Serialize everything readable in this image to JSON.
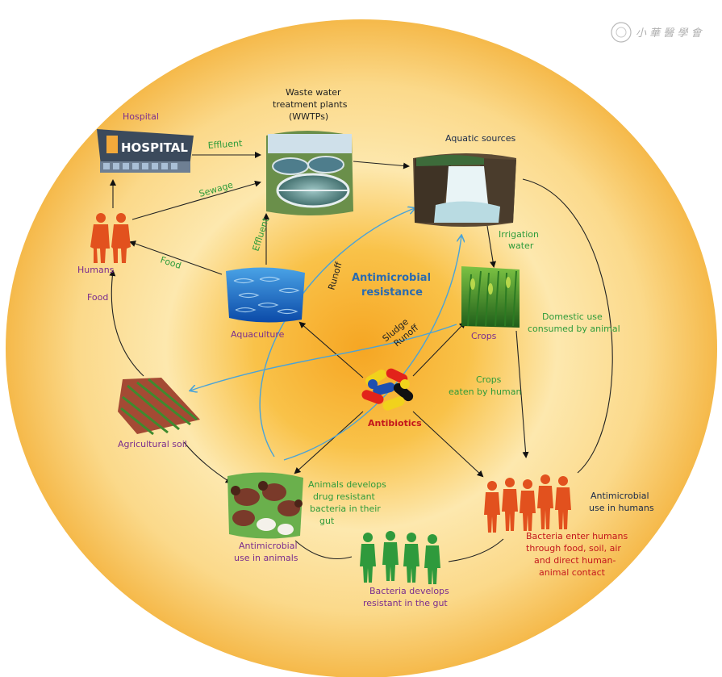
{
  "watermark": {
    "text": "小 華 醫 學 會"
  },
  "center": {
    "line1": "Antimicrobial",
    "line2": "resistance"
  },
  "nodes": {
    "hospital": "Hospital",
    "hospital_sign": "HOSPITAL",
    "wwtp": [
      "Waste water",
      "treatment plants",
      "(WWTPs)"
    ],
    "aquatic": "Aquatic sources",
    "humans": "Humans",
    "aquaculture": "Aquaculture",
    "crops": "Crops",
    "agri_soil": "Agricultural soil",
    "antibiotics": "Antibiotics",
    "animals": [
      "Antimicrobial",
      "use in animals"
    ],
    "humans_use": [
      "Antimicrobial",
      "use in humans"
    ],
    "gut": [
      "Bacteria develops",
      "resistant in the gut"
    ]
  },
  "edge_labels": {
    "effluent_top": "Effluent",
    "sewage": "Sewage",
    "effluent_side": "Effluent",
    "food_aqua": "Food",
    "food_left": "Food",
    "irrigation": [
      "Irrigation",
      "water"
    ],
    "domestic": [
      "Domestic use",
      "consumed by animal"
    ],
    "crops_human": [
      "Crops",
      "eaten by human"
    ],
    "runoff_left": "Runoff",
    "sludge": "Sludge",
    "runoff_right": "Runoff",
    "animals_develop": [
      "Animals develops",
      "drug resistant",
      "bacteria in their",
      "gut"
    ],
    "bacteria_enter": [
      "Bacteria enter humans",
      "through food, soil, air",
      "and direct human-",
      "animal contact"
    ]
  },
  "colors": {
    "outer_ring": "#f6c04a",
    "inner_glow": "#f9a825",
    "purple_label": "#7b2d8e",
    "green_label": "#2e9b3a",
    "red_label": "#c4161c",
    "blue_arrow": "#4aa3d8",
    "human_red": "#e2511e",
    "human_green": "#2f9a3c"
  },
  "icons": {
    "hospital": "hospital-building-icon",
    "wwtp": "treatment-plant-icon",
    "aquatic": "waterfall-icon",
    "humans": "people-icon",
    "aquaculture": "fish-school-icon",
    "crops": "corn-field-icon",
    "agri_soil": "farm-field-icon",
    "antibiotics": "capsules-icon",
    "animals": "livestock-icon",
    "humans_use": "human-silhouettes-icon",
    "gut": "human-silhouettes-icon",
    "watermark": "seal-icon"
  }
}
